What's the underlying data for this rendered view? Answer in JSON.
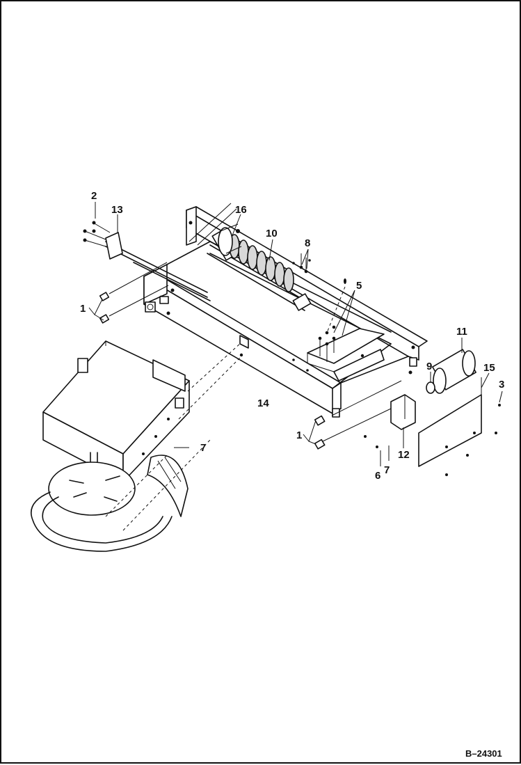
{
  "diagram": {
    "figure_id": "B–24301",
    "callouts": [
      {
        "id": "2",
        "text": "2"
      },
      {
        "id": "13",
        "text": "13"
      },
      {
        "id": "16",
        "text": "16"
      },
      {
        "id": "10",
        "text": "10"
      },
      {
        "id": "8",
        "text": "8"
      },
      {
        "id": "5",
        "text": "5"
      },
      {
        "id": "1a",
        "text": "1"
      },
      {
        "id": "14",
        "text": "14"
      },
      {
        "id": "7a",
        "text": "7"
      },
      {
        "id": "11",
        "text": "11"
      },
      {
        "id": "9",
        "text": "9"
      },
      {
        "id": "15",
        "text": "15"
      },
      {
        "id": "3",
        "text": "3"
      },
      {
        "id": "1b",
        "text": "1"
      },
      {
        "id": "12",
        "text": "12"
      },
      {
        "id": "7b",
        "text": "7"
      },
      {
        "id": "6",
        "text": "6"
      }
    ]
  }
}
